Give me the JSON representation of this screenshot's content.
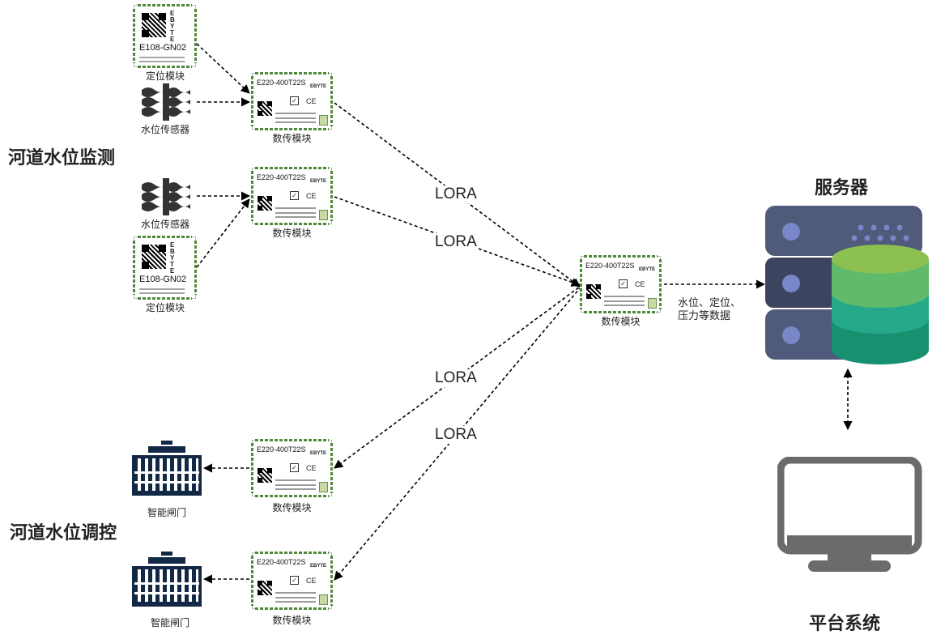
{
  "sections": {
    "monitor_title": "河道水位监测",
    "control_title": "河道水位调控"
  },
  "modules": {
    "model": "E220-400T22S",
    "brand": "EBYTE",
    "ce": "CE",
    "caption": "数传模块"
  },
  "gps": {
    "model": "E108-GN02",
    "brand": "EBYTE",
    "caption": "定位模块"
  },
  "sensor": {
    "caption": "水位传感器"
  },
  "gate": {
    "caption": "智能闸门"
  },
  "links": {
    "lora_1": "LORA",
    "lora_2": "LORA",
    "lora_3": "LORA",
    "lora_4": "LORA",
    "data_line1": "水位、定位、",
    "data_line2": "压力等数据"
  },
  "server": {
    "title": "服务器",
    "colors": {
      "rack": "#505a7a",
      "rack_dark": "#3c4460",
      "led": "#7787c7",
      "db_top": "#8cc152",
      "db_mid1": "#5fba6b",
      "db_mid2": "#26a88a",
      "db_bottom": "#16906f"
    }
  },
  "platform": {
    "title": "平台系统",
    "color": "#6b6b6b"
  },
  "colors": {
    "pcb_green": "#4f8a3a",
    "gate_navy": "#122844"
  }
}
